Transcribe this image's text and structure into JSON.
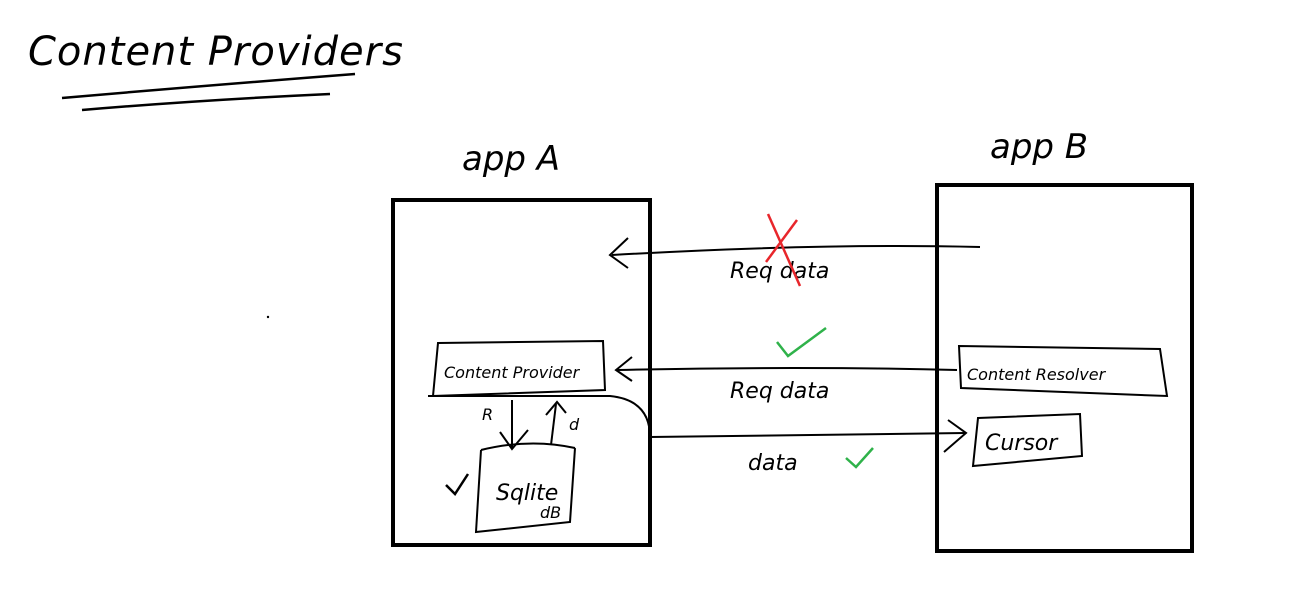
{
  "title": "Content Providers",
  "app_a": {
    "label": "app A",
    "content_provider": "Content Provider",
    "read_marker": "R",
    "data_marker": "d",
    "db_label_1": "Sqlite",
    "db_label_2": "dB"
  },
  "app_b": {
    "label": "app B",
    "content_resolver": "Content Resolver",
    "cursor": "Cursor"
  },
  "arrows": {
    "direct_request": "Req data",
    "resolver_request": "Req data",
    "response": "data"
  },
  "marks": {
    "cross_color": "#e8262b",
    "tick_color": "#2fb24a",
    "ink_color": "#000000"
  }
}
